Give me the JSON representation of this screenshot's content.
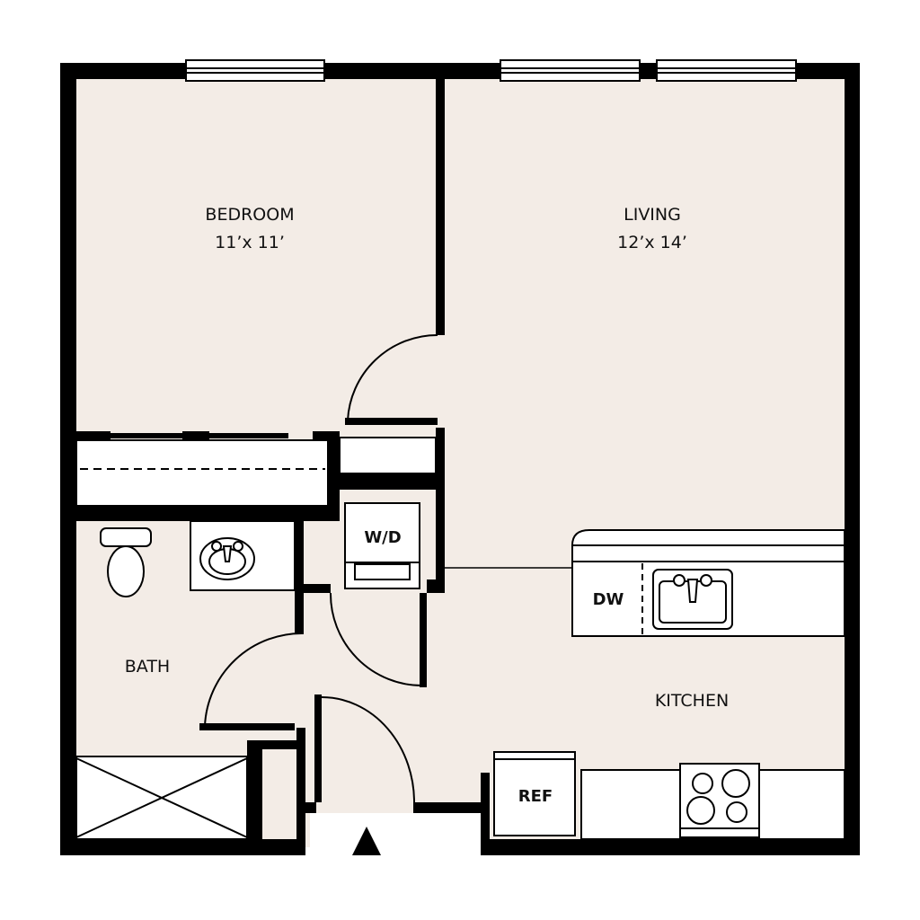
{
  "rooms": {
    "bedroom": {
      "name": "BEDROOM",
      "size": "11’x 11’"
    },
    "living": {
      "name": "LIVING",
      "size": "12’x 14’"
    },
    "bath": {
      "name": "BATH"
    },
    "kitchen": {
      "name": "KITCHEN"
    }
  },
  "fixtures": {
    "washer_dryer": "W/D",
    "dishwasher": "DW",
    "refrigerator": "REF"
  },
  "colors": {
    "floor": "#f3ece6",
    "wall": "#000000",
    "fixture": "#ffffff"
  }
}
